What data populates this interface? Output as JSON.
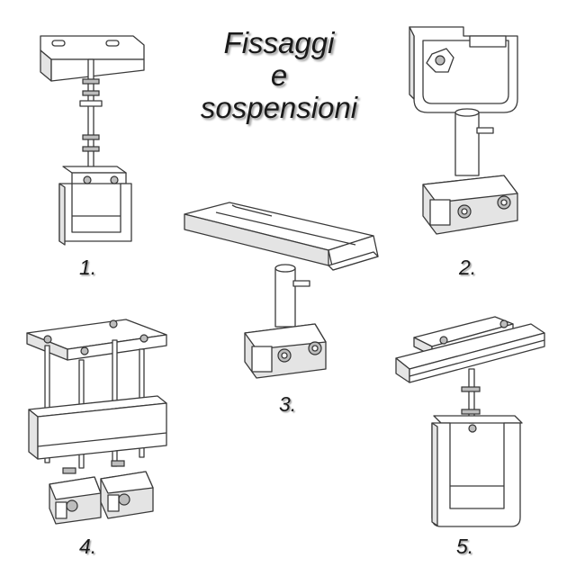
{
  "title": {
    "line1": "Fissaggi",
    "line2": "e",
    "line3": "sospensioni"
  },
  "figures": [
    {
      "number": "1.",
      "icon": "angle-bracket-suspension-icon"
    },
    {
      "number": "2.",
      "icon": "u-clamp-suspension-icon"
    },
    {
      "number": "3.",
      "icon": "channel-mount-suspension-icon"
    },
    {
      "number": "4.",
      "icon": "double-trolley-frame-icon"
    },
    {
      "number": "5.",
      "icon": "rail-clamp-suspension-icon"
    }
  ]
}
